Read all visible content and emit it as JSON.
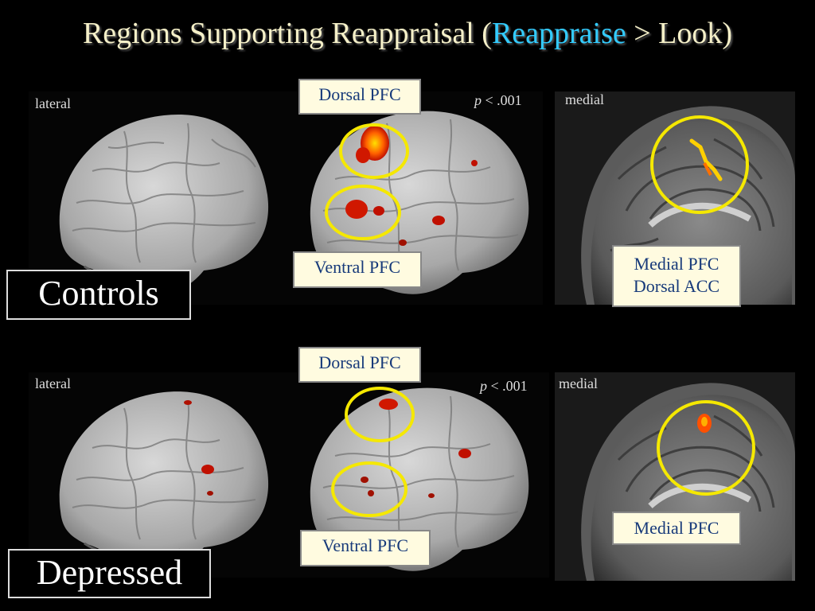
{
  "title": {
    "main": "Regions Supporting Reappraisal",
    "open": " (",
    "highlight": "Reappraise",
    "rest": " > Look)"
  },
  "rows": [
    {
      "group": "Controls",
      "lateral_label": "lateral",
      "medial_label": "medial",
      "p_prefix": "p",
      "p_value": " < .001",
      "dorsal": "Dorsal PFC",
      "ventral": "Ventral PFC",
      "medial_lines": [
        "Medial PFC",
        "Dorsal ACC"
      ]
    },
    {
      "group": "Depressed",
      "lateral_label": "lateral",
      "medial_label": "medial",
      "p_prefix": "p",
      "p_value": " < .001",
      "dorsal": "Dorsal PFC",
      "ventral": "Ventral PFC",
      "medial_lines": [
        "Medial PFC"
      ]
    }
  ],
  "colors": {
    "circle": "#f5e800",
    "activation": "#e02010",
    "activation_hot": "#ffd000",
    "callout_bg": "#fffbe0",
    "callout_text": "#173a7a"
  }
}
